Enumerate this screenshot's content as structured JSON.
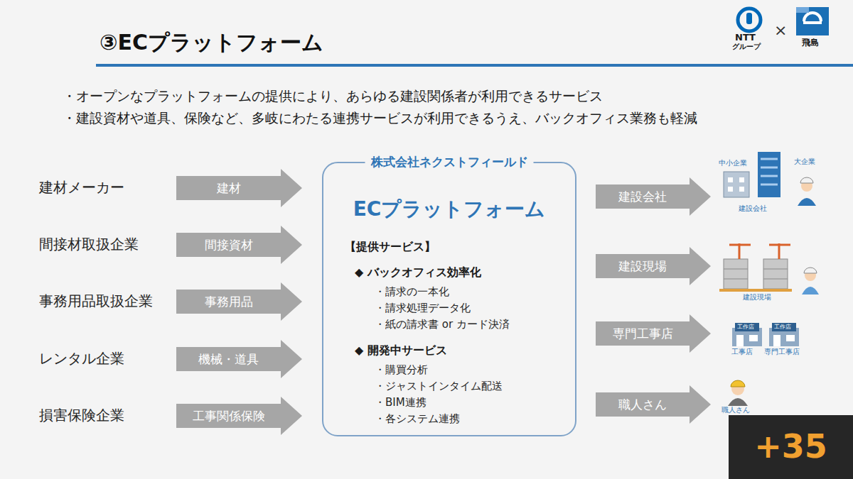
{
  "diagram": {
    "title": "③ECプラットフォーム",
    "nodes": [
      {
        "text": [
          "建材メーカー"
        ]
      },
      {
        "text": [
          "間接材取扱企業"
        ]
      },
      {
        "text": [
          "事務用品取扱企業"
        ]
      },
      {
        "text": [
          "レンタル企業"
        ]
      },
      {
        "text": [
          "損害保険企業"
        ]
      },
      {
        "text": [
          "株式会社ネクストフィールド",
          "ECプラットフォーム",
          "【提供サービス】",
          "◆ バックオフィス効率化",
          "・請求の一本化",
          "・請求処理データ化",
          "・紙の請求書 or カード決済",
          "◆ 開発中サービス",
          "・購買分析",
          "・ジャストインタイム配送",
          "・BIM連携",
          "・各システム連携"
        ]
      },
      {
        "text": [
          "中小企業",
          "大企業",
          "建設会社"
        ]
      },
      {
        "text": [
          "建設現場"
        ]
      },
      {
        "text": [
          "工事店",
          "専門工事店"
        ]
      },
      {
        "text": [
          "職人さん"
        ]
      }
    ],
    "edges": [
      {
        "from": 0,
        "to": 5,
        "arrow": "to",
        "label": "建材"
      },
      {
        "from": 1,
        "to": 5,
        "arrow": "to",
        "label": "間接資材"
      },
      {
        "from": 2,
        "to": 5,
        "arrow": "to",
        "label": "事務用品"
      },
      {
        "from": 3,
        "to": 5,
        "arrow": "to",
        "label": "機械・道具"
      },
      {
        "from": 4,
        "to": 5,
        "arrow": "to",
        "label": "工事関係保険"
      },
      {
        "from": 5,
        "to": 6,
        "arrow": "to",
        "label": "建設会社"
      },
      {
        "from": 5,
        "to": 7,
        "arrow": "to",
        "label": "建設現場"
      },
      {
        "from": 5,
        "to": 8,
        "arrow": "to",
        "label": "専門工事店"
      },
      {
        "from": 5,
        "to": 9,
        "arrow": "to",
        "label": "職人さん"
      }
    ],
    "labels": [
      "NTT",
      "グループ",
      "×",
      "飛島",
      "・オープンなプラットフォームの提供により、あらゆる建設関係者が利用できるサービス",
      "・建設資材や道具、保険など、多岐にわたる連携サービスが利用できるうえ、バックオフィス業務も軽減",
      "工作店",
      "工作店",
      "+35"
    ]
  }
}
